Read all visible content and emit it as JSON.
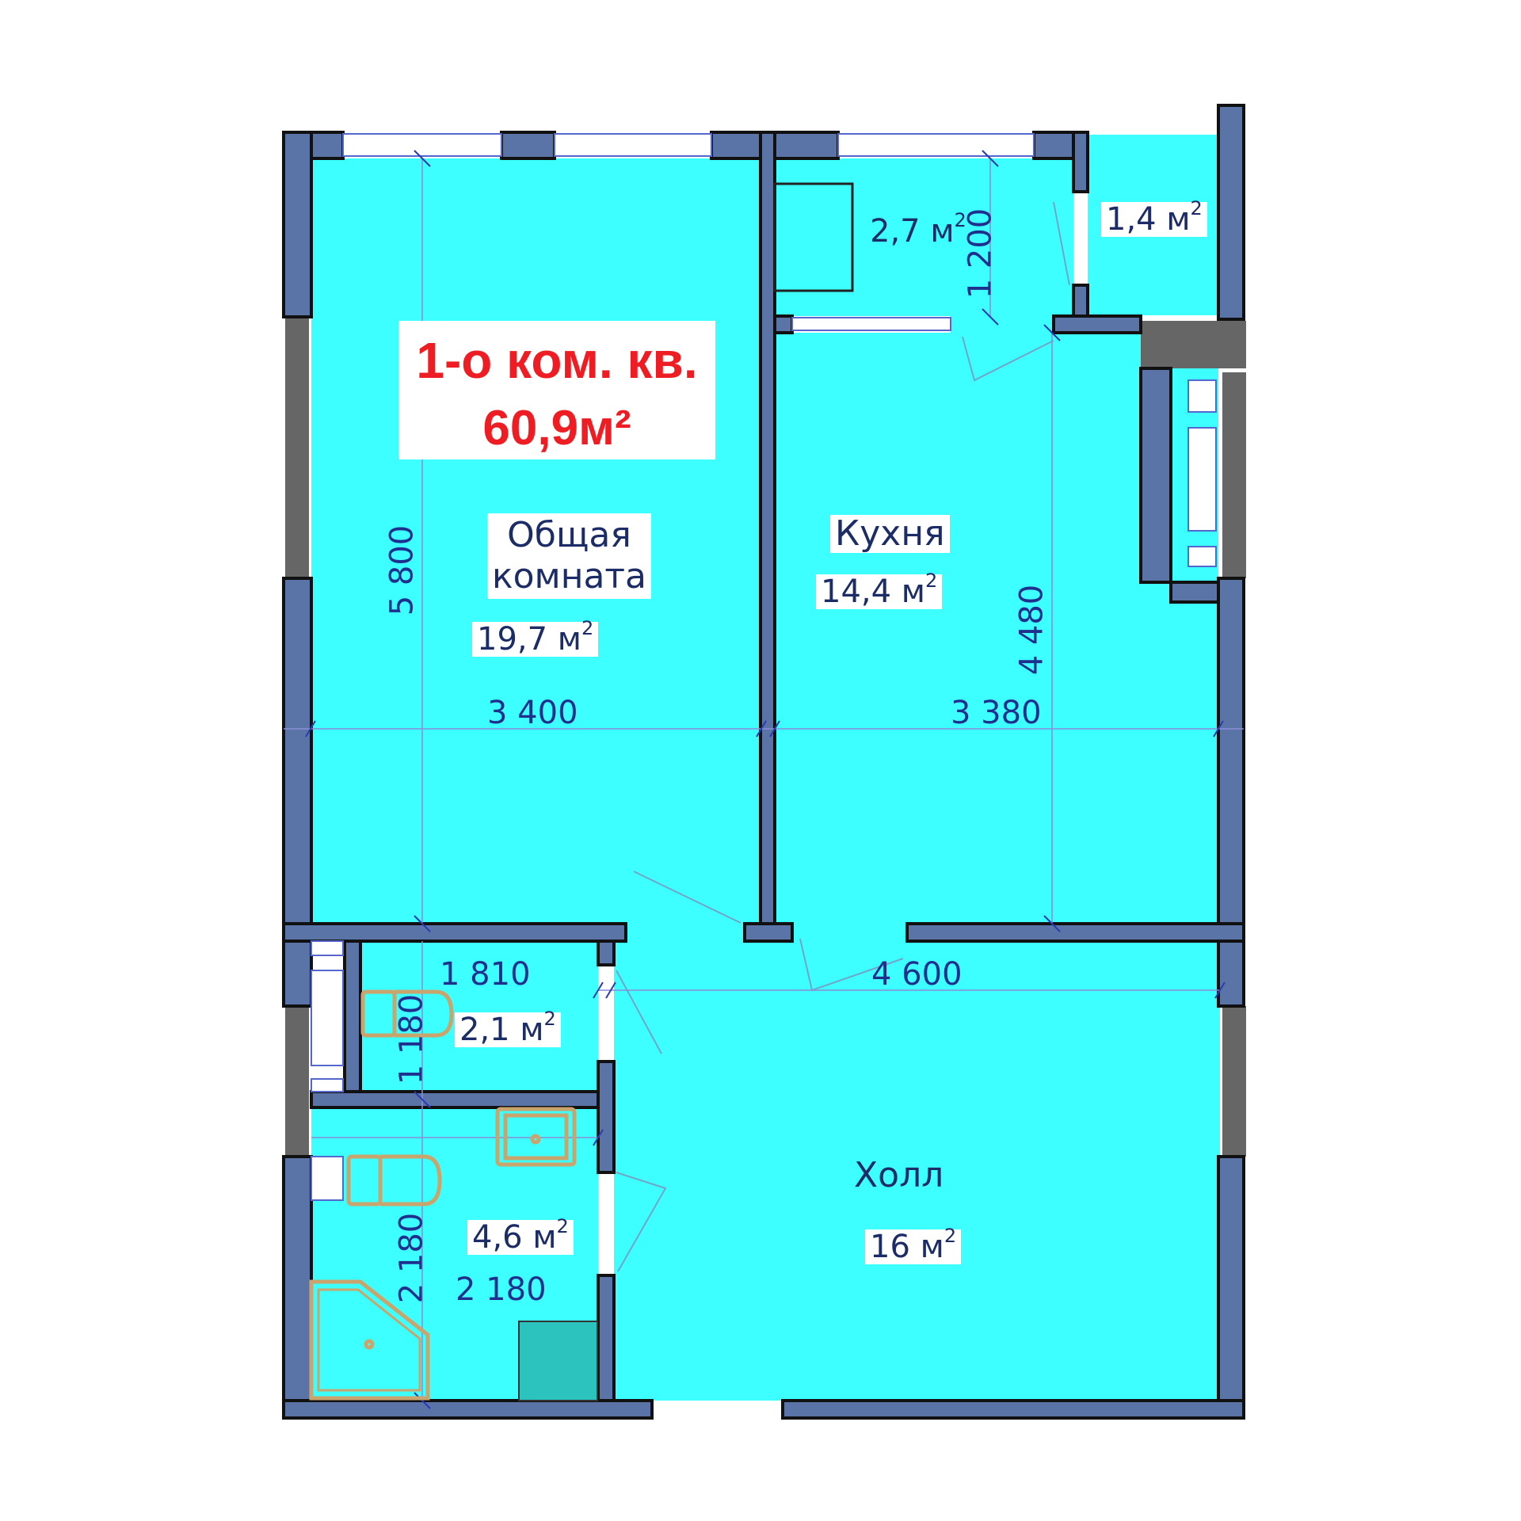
{
  "apartment": {
    "type_label": "1-о ком. кв.",
    "total_area": "60,9м²"
  },
  "rooms": {
    "living_room": {
      "name_line1": "Общая",
      "name_line2": "комната",
      "area": "19,7",
      "unit": "м",
      "sup": "2"
    },
    "kitchen": {
      "name": "Кухня",
      "area": "14,4",
      "unit": "м",
      "sup": "2"
    },
    "hall": {
      "name": "Холл",
      "area": "16",
      "unit": "м",
      "sup": "2"
    },
    "balcony_a": {
      "area": "2,7",
      "unit": "м",
      "sup": "2"
    },
    "balcony_b": {
      "area": "1,4",
      "unit": "м",
      "sup": "2"
    },
    "toilet": {
      "area": "2,1",
      "unit": "м",
      "sup": "2"
    },
    "bathroom": {
      "area": "4,6",
      "unit": "м",
      "sup": "2"
    }
  },
  "dimensions": {
    "living_width": "3 400",
    "living_length": "5 800",
    "kitchen_width": "3 380",
    "kitchen_length": "4 480",
    "hall_width": "4 600",
    "balcony_length": "1 200",
    "toilet_width": "1 810",
    "toilet_length": "1 180",
    "bath_width": "2 180",
    "bath_length": "2 180"
  },
  "colors": {
    "floor": "#3effff",
    "wall": "#5b74a7",
    "wall_outline": "#111111",
    "fixture": "#c9a46c",
    "title_red": "#ee1d23",
    "dimension_blue": "#1f2f8e"
  }
}
